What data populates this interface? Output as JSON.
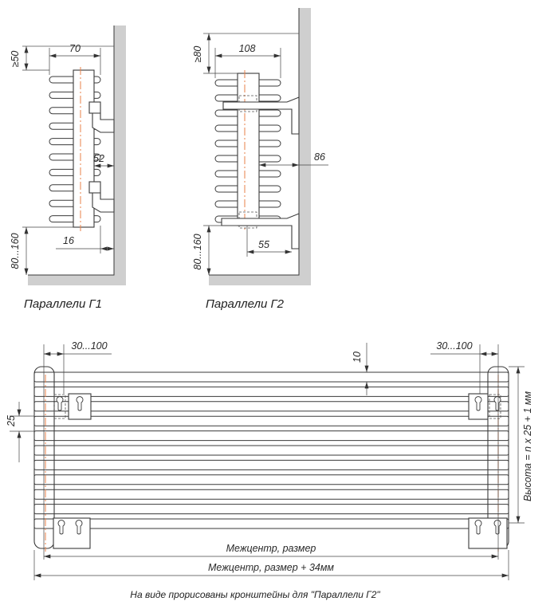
{
  "colors": {
    "wall": "#cfcfcf",
    "line": "#3a3a3a",
    "centerline": "#e8804a"
  },
  "drawing_g1": {
    "title": "Параллели Г1",
    "dim_width": "70",
    "dim_top": "≥50",
    "dim_bracket": "52",
    "dim_wall": "16",
    "dim_floor": "80...160"
  },
  "drawing_g2": {
    "title": "Параллели Г2",
    "dim_width": "108",
    "dim_top": "≥80",
    "dim_bracket": "86",
    "dim_wall": "55",
    "dim_floor": "80...160"
  },
  "front_view": {
    "dim_left": "30...100",
    "dim_right": "30...100",
    "dim_tube": "10",
    "dim_pitch": "25",
    "dim_height": "Высота = n x 25 + 1 мм",
    "dim_center": "Межцентр,  размер",
    "dim_total": "Межцентр, размер + 34мм",
    "caption": "На виде прорисованы кронштейны для \"Параллели Г2\""
  }
}
